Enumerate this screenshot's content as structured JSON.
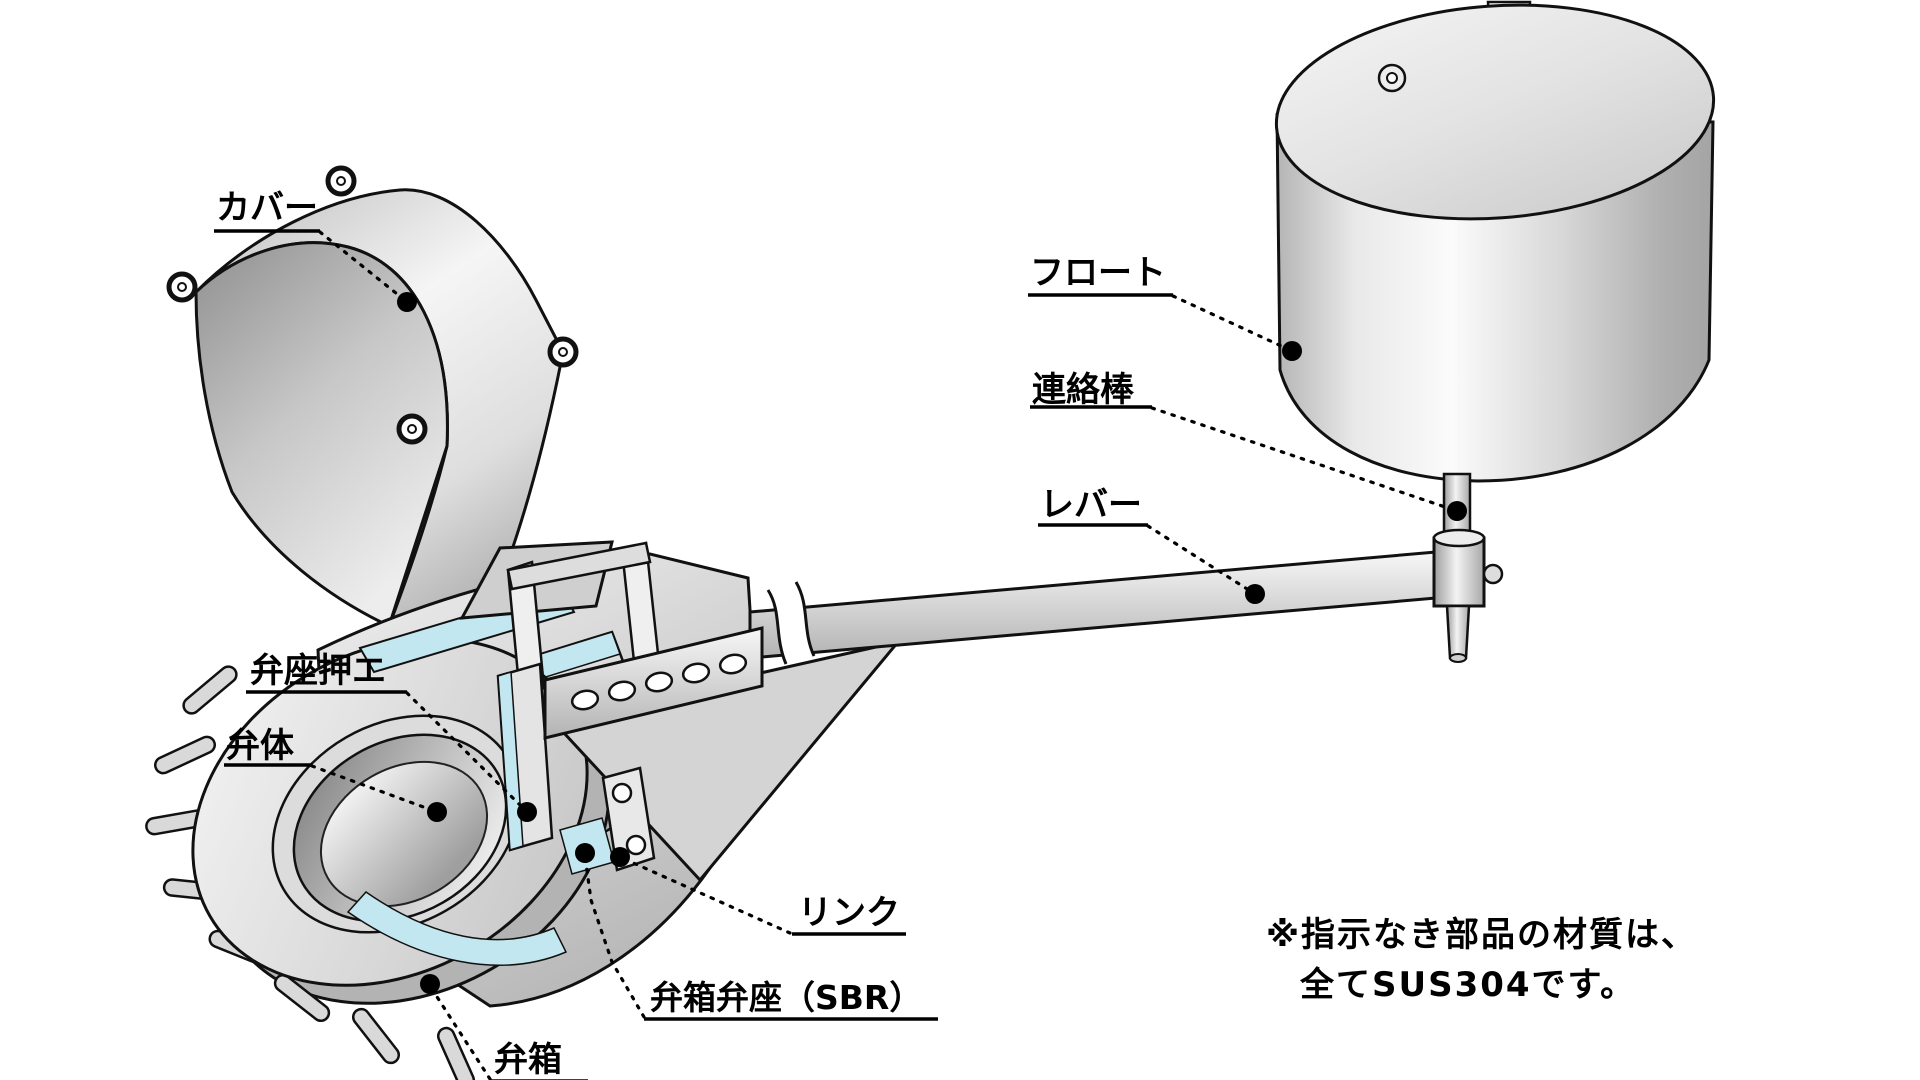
{
  "diagram": {
    "kind": "exploded-parts-illustration",
    "subject": "float-valve-assembly",
    "background_color": "#ffffff",
    "line_color": "#000000",
    "seat_highlight_color": "#c3e7f0"
  },
  "labels": {
    "cover": "カバー",
    "float": "フロート",
    "connecting_rod": "連絡棒",
    "lever": "レバー",
    "seat_retainer": "弁座押エ",
    "valve_disc": "弁体",
    "link": "リンク",
    "valve_box_seat": "弁箱弁座（SBR）",
    "valve_box": "弁箱"
  },
  "note": {
    "line1": "※指示なき部品の材質は、",
    "line2": "全てSUS304です。"
  }
}
